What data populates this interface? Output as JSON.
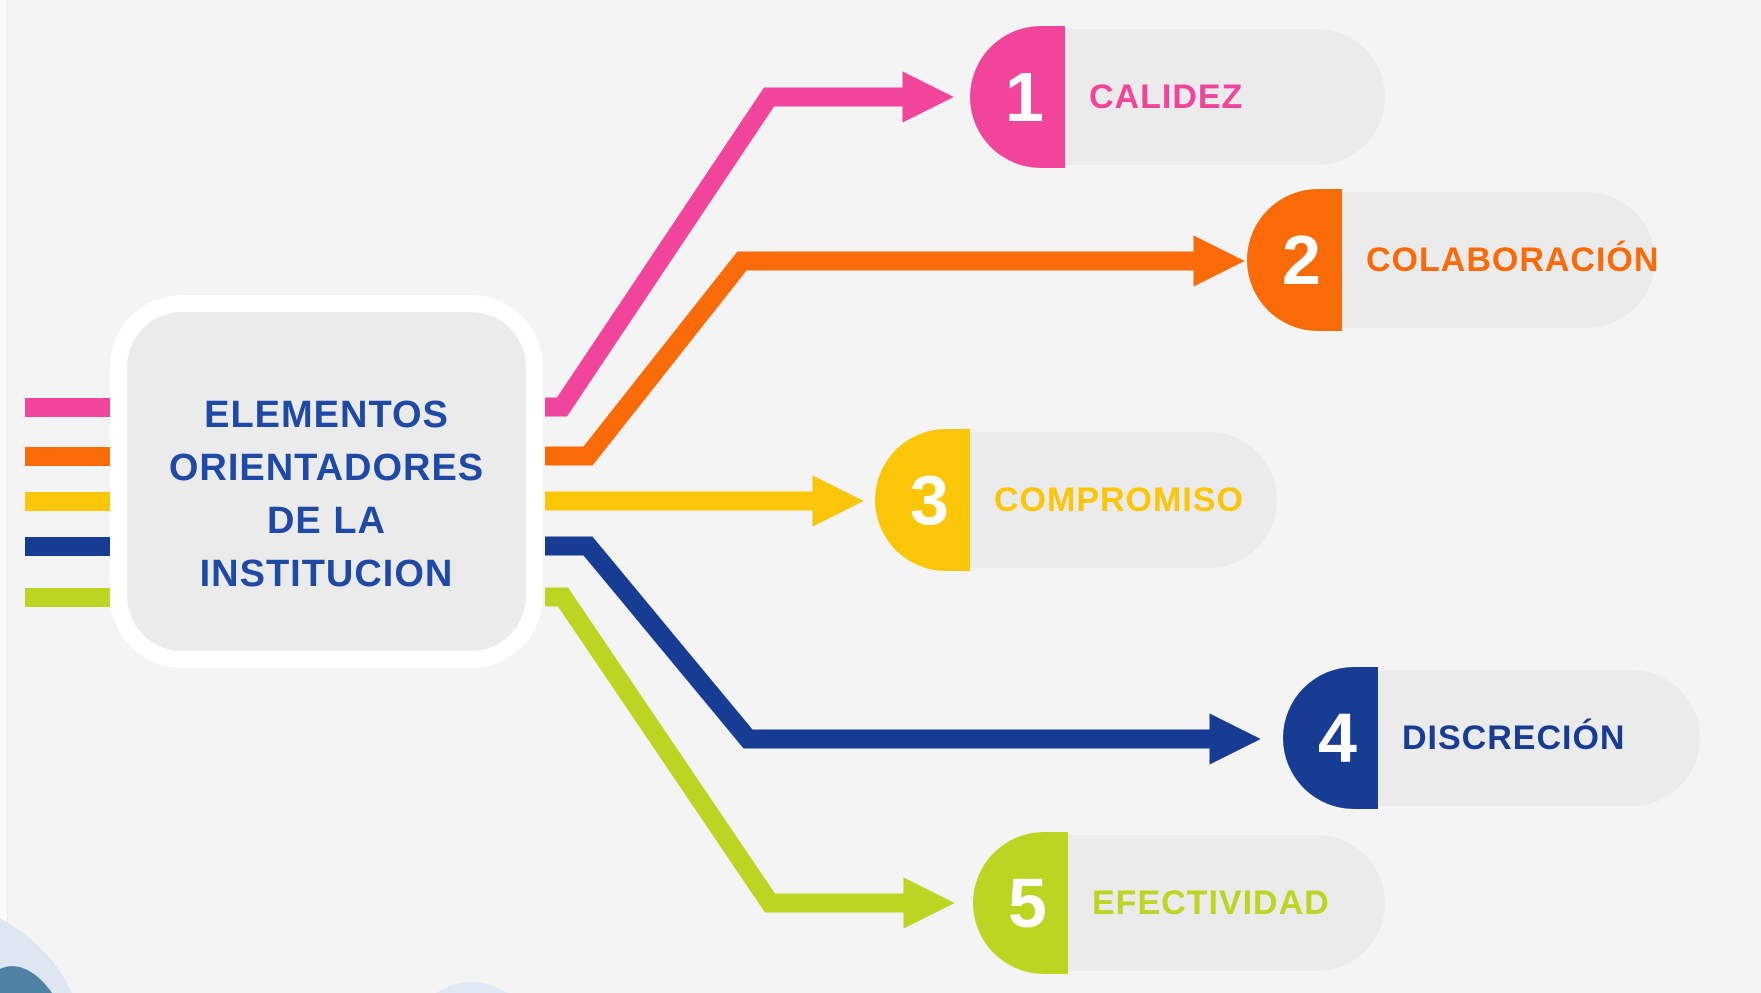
{
  "center_box": {
    "line1": "ELEMENTOS",
    "line2": "ORIENTADORES",
    "line3": "DE LA",
    "line4": "INSTITUCION"
  },
  "items": [
    {
      "number": "1",
      "label": "CALIDEZ",
      "color": "#F0459B"
    },
    {
      "number": "2",
      "label": "COLABORACIÓN",
      "color": "#F96A08"
    },
    {
      "number": "3",
      "label": "COMPROMISO",
      "color": "#FBC508"
    },
    {
      "number": "4",
      "label": "DISCRECIÓN",
      "color": "#173C94"
    },
    {
      "number": "5",
      "label": "EFECTIVIDAD",
      "color": "#BCD422"
    }
  ],
  "colors": {
    "page_background": "#F4F4F4",
    "pill_gray": "#EBEBEB",
    "box_border": "#FFFFFF",
    "box_text": "#1E4AA5",
    "wave_light": "#DDE6F1",
    "wave_teal": "#4F81A2",
    "wave_sliver": "#DFE9F3"
  }
}
